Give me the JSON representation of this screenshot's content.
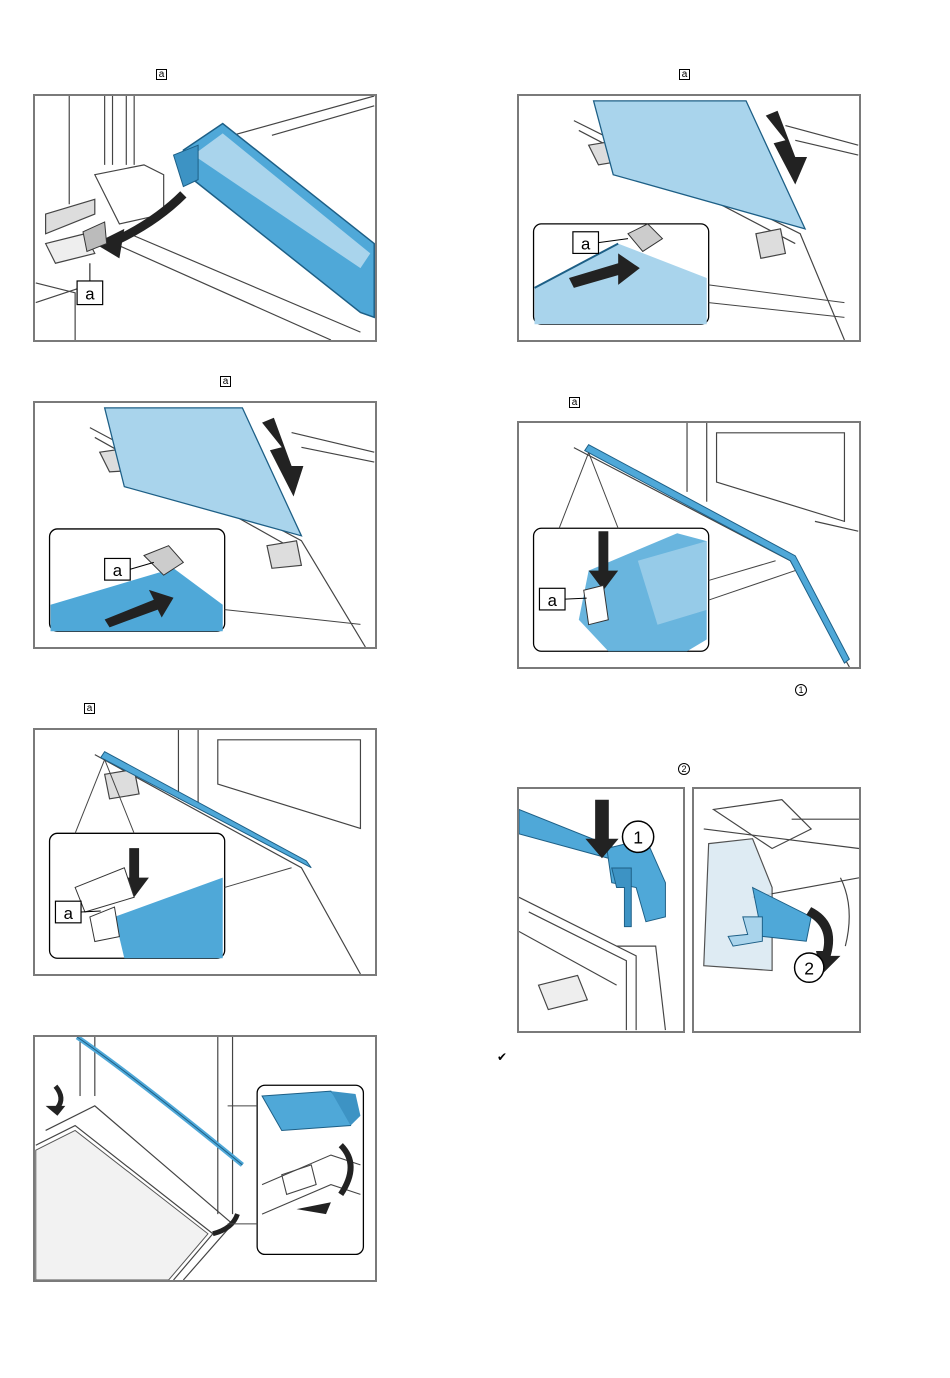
{
  "markers": {
    "fig1": "a",
    "fig2": "a",
    "fig3": "a",
    "fig4": "a",
    "fig5": "a"
  },
  "circled": {
    "step1": "1",
    "step2": "2"
  },
  "figure_labels": {
    "a": "a",
    "one": "1",
    "two": "2"
  },
  "check": "✔",
  "colors": {
    "part_blue": "#4fa8d8",
    "part_blue_light": "#a9d4ec",
    "frame_grey": "#7a7a7a"
  }
}
